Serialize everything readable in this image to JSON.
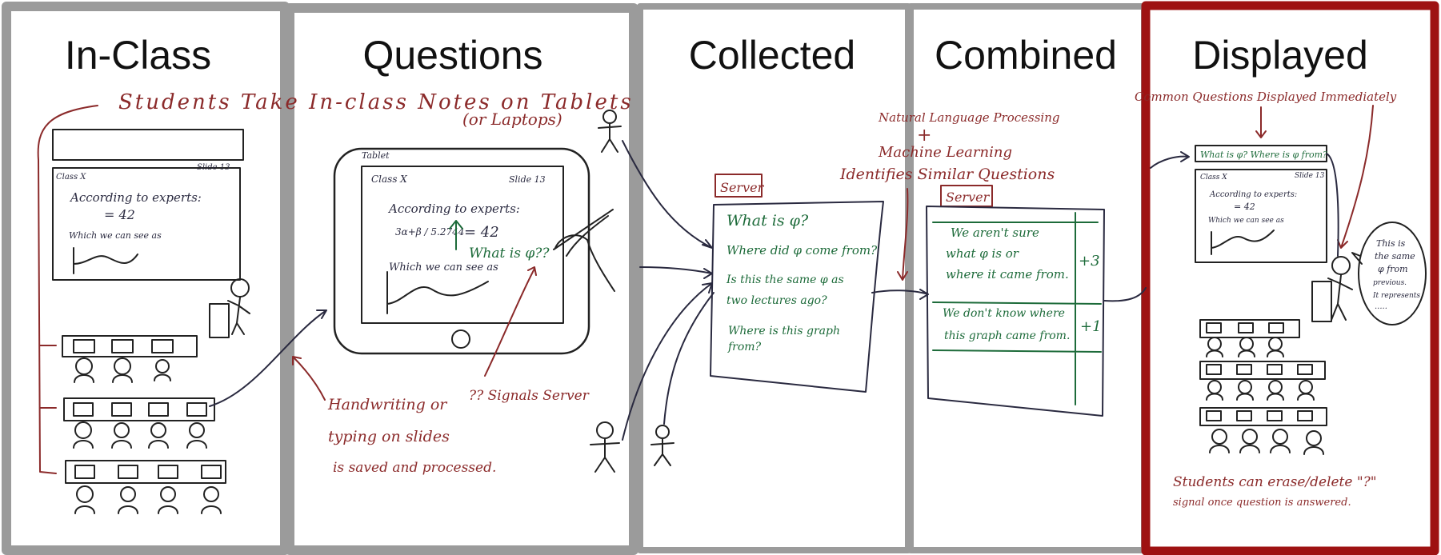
{
  "panels": [
    {
      "title": "In-Class"
    },
    {
      "title": "Questions"
    },
    {
      "title": "Collected"
    },
    {
      "title": "Combined"
    },
    {
      "title": "Displayed"
    }
  ],
  "colors": {
    "frame": "#9b9b9b",
    "highlight": "#9e1212",
    "red_ink": "#8b2a2a",
    "green_ink": "#1d6b3a",
    "blue_ink": "#2a2a40"
  },
  "notes": {
    "students_notes": "Students Take In-class Notes on Tablets",
    "laptops": "(or Laptops)",
    "tablet_label": "Tablet",
    "class_label": "Class X",
    "slide_label": "Slide 13",
    "according": "According to experts:",
    "equation": "= 42",
    "fraction": "3α+β / 5.2744",
    "which": "Which we can see as",
    "what_is": "What is φ??",
    "signals": "?? Signals Server",
    "handwriting_1": "Handwriting or",
    "handwriting_2": "typing on slides",
    "handwriting_3": "is saved and processed.",
    "nlp": "Natural Language Processing",
    "plus": "+",
    "ml": "Machine Learning",
    "identify": "Identifies Similar Questions",
    "server": "Server",
    "q1": "What is φ?",
    "q2": "Where did φ come from?",
    "q3a": "Is this the same φ as",
    "q3b": "two lectures ago?",
    "q4a": "Where is this graph",
    "q4b": "from?",
    "c1a": "We aren't sure",
    "c1b": "what φ is or",
    "c1c": "where it came from.",
    "c1n": "+3",
    "c2a": "We don't know where",
    "c2b": "this graph came from.",
    "c2n": "+1",
    "common": "Common Questions Displayed Immediately",
    "banner": "What is φ? Where is φ from?",
    "bubble1": "This is",
    "bubble2": "the same",
    "bubble3": "φ from",
    "bubble4": "previous.",
    "bubble5": "It represents",
    "bubble6": ".....",
    "erase1": "Students can erase/delete \"?\"",
    "erase2": "signal once question is answered."
  }
}
